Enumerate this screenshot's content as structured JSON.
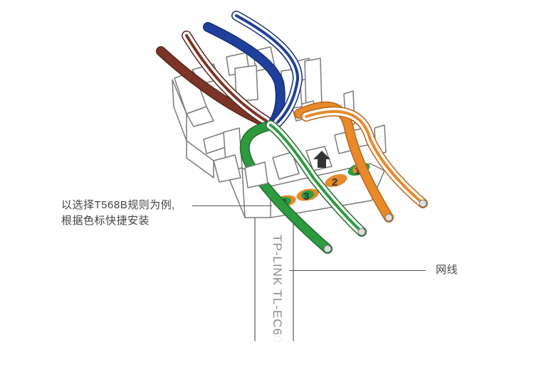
{
  "annotations": {
    "instruction_line1": "以选择T568B规则为例,",
    "instruction_line2": "根据色标快捷安装",
    "cable": "网线"
  },
  "cable_print": "TP-LINK TL-EC60",
  "slot_numbers": [
    "6",
    "3",
    "2",
    "1"
  ],
  "colors": {
    "outline": "#7a7a7a",
    "brown": "#7d3428",
    "blue": "#1f3f9b",
    "orange": "#e8892a",
    "green": "#2d9a3e",
    "white": "#ffffff",
    "leader": "#555555",
    "text": "#444444"
  },
  "icons": [
    "up-arrow-icon"
  ]
}
